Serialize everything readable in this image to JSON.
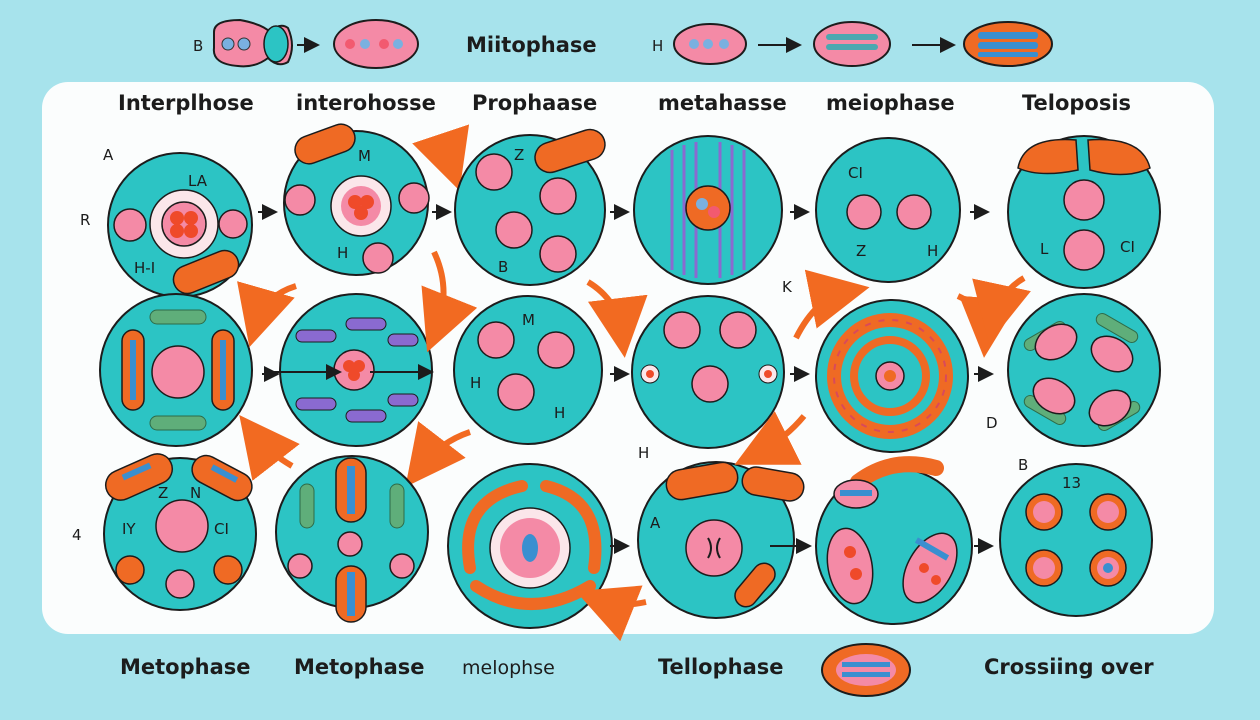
{
  "top_strip": {
    "left_letter": "B",
    "title": "Miitophase",
    "right_letter": "H"
  },
  "stage_headers": [
    "Interplhose",
    "interohosse",
    "Prophaase",
    "metahasse",
    "meiophase",
    "Teloposis"
  ],
  "bottom_labels": [
    "Metophase",
    "Metophase",
    "melophse",
    "Tellophase",
    "Crossiing over"
  ],
  "cell_labels": {
    "r1c1": [
      "A",
      "LA",
      "R",
      "H-I"
    ],
    "r1c2": [
      "M",
      "H"
    ],
    "r1c3": [
      "Z",
      "B"
    ],
    "r1c5": [
      "CI",
      "Z",
      "H"
    ],
    "r1c6": [
      "L",
      "CI"
    ],
    "r2c3": [
      "M",
      "H",
      "H"
    ],
    "r2c4": [
      "K"
    ],
    "r2c6": [
      "D"
    ],
    "r3c1": [
      "Z",
      "N",
      "IY",
      "CI",
      "4"
    ],
    "r3c4": [
      "H",
      "A"
    ],
    "r3c6": [
      "B",
      "13"
    ]
  },
  "colors": {
    "background": "#a7e3ec",
    "panel": "#fbfdfd",
    "cell": "#2cc4c4",
    "nucleus": "#f48aa6",
    "organelle": "#ef6a24",
    "arrow": "#f26a21",
    "spindle": "#8a6ad0"
  }
}
